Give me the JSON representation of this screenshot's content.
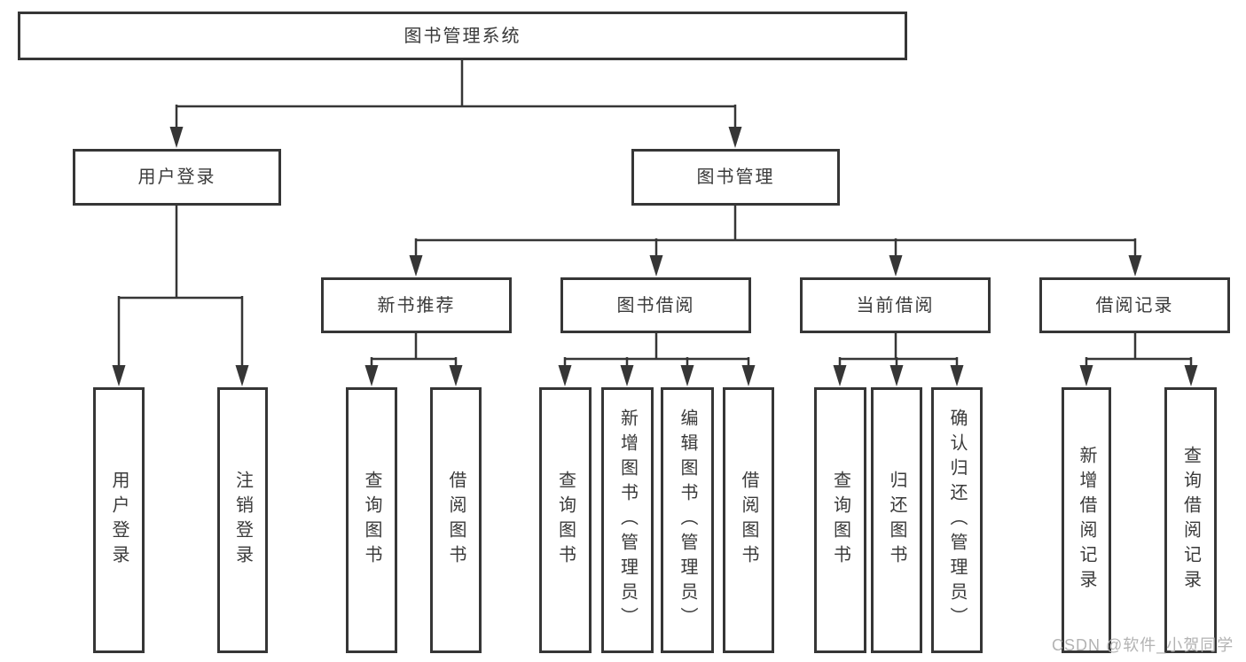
{
  "colors": {
    "line": "#363636",
    "box_border": "#363636",
    "text": "#3a3a3a",
    "background": "#ffffff",
    "watermark": "#b3b3b3"
  },
  "tree": {
    "root": {
      "label": "图书管理系统"
    },
    "branches": [
      {
        "label": "用户登录",
        "leaves": [
          "用户登录",
          "注销登录"
        ]
      },
      {
        "label": "图书管理",
        "groups": [
          {
            "label": "新书推荐",
            "leaves": [
              "查询图书",
              "借阅图书"
            ]
          },
          {
            "label": "图书借阅",
            "leaves": [
              "查询图书",
              "新增图书（管理员）",
              "编辑图书（管理员）",
              "借阅图书"
            ]
          },
          {
            "label": "当前借阅",
            "leaves": [
              "查询图书",
              "归还图书",
              "确认归还（管理员）"
            ]
          },
          {
            "label": "借阅记录",
            "leaves": [
              "新增借阅记录",
              "查询借阅记录"
            ]
          }
        ]
      }
    ]
  },
  "watermark": {
    "text": "CSDN @软件_小贺同学"
  }
}
